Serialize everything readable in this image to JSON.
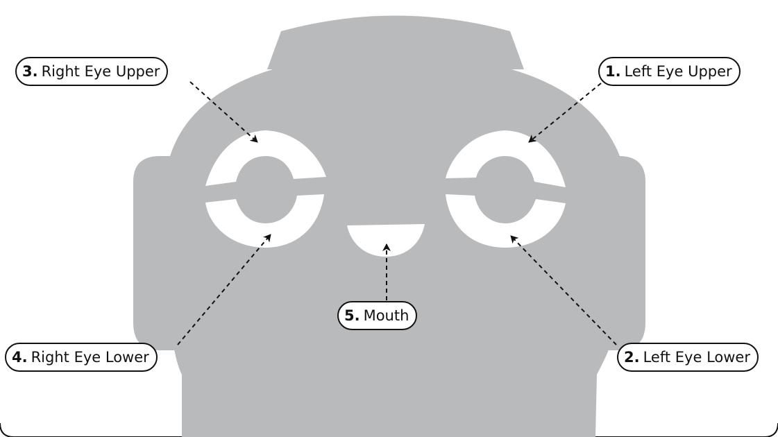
{
  "colors": {
    "head": "#b9babc",
    "cutout": "#ffffff",
    "outline": "#111111",
    "arrow": "#111111"
  },
  "labels": [
    {
      "id": "left-eye-upper",
      "number": "1.",
      "text": "Left Eye Upper"
    },
    {
      "id": "left-eye-lower",
      "number": "2.",
      "text": "Left Eye Lower"
    },
    {
      "id": "right-eye-upper",
      "number": "3.",
      "text": "Right Eye Upper"
    },
    {
      "id": "right-eye-lower",
      "number": "4.",
      "text": "Right Eye Lower"
    },
    {
      "id": "mouth",
      "number": "5.",
      "text": "Mouth"
    }
  ]
}
